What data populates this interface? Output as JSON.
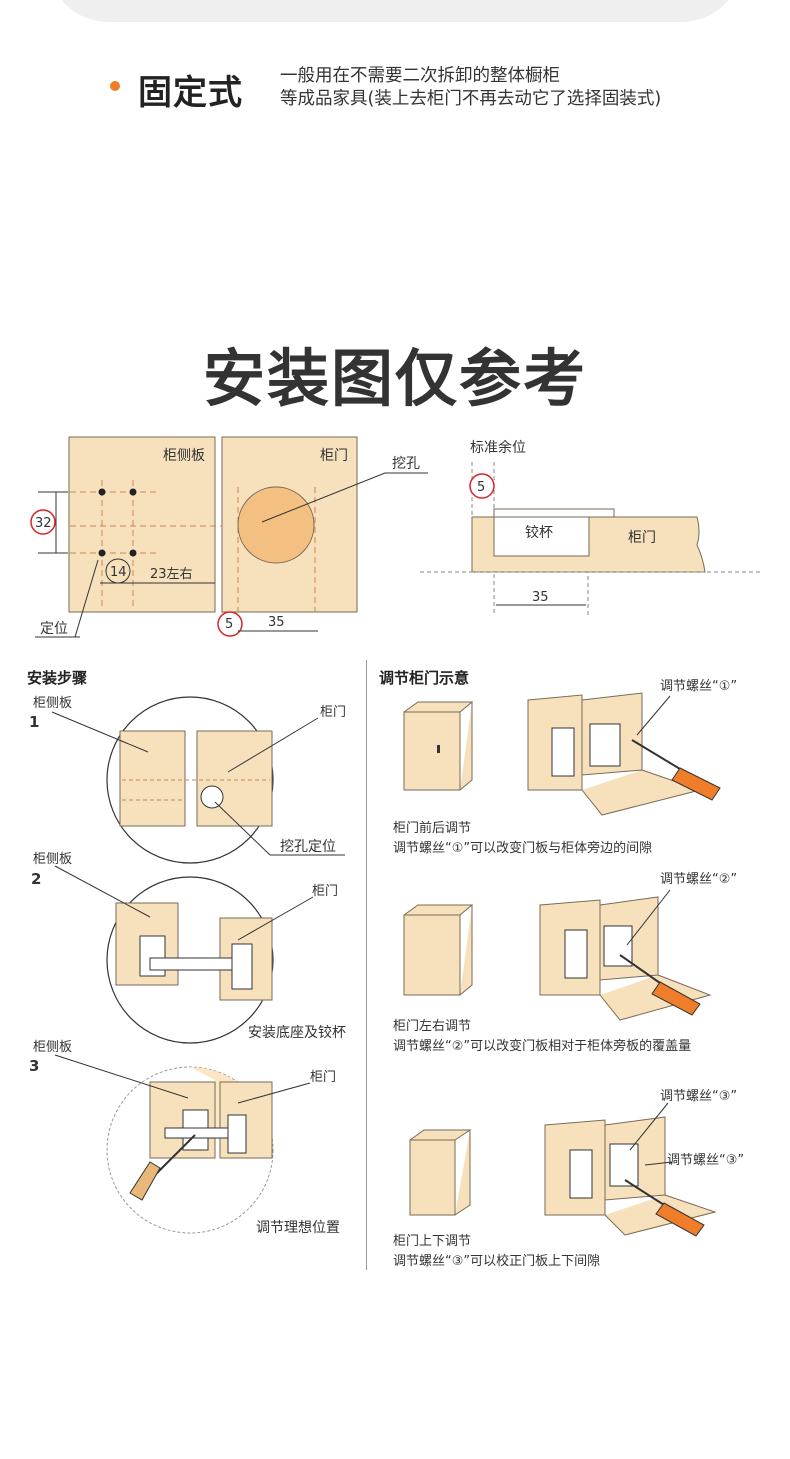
{
  "type_block": {
    "title": "固定式",
    "desc_line1": "一般用在不需要二次拆卸的整体橱柜",
    "desc_line2": "等成品家具(装上去柜门不再去动它了选择固装式)"
  },
  "section_title": "安装图仅参考",
  "diagram_top": {
    "side_panel": "柜侧板",
    "door": "柜门",
    "dim_32": "32",
    "dim_14": "14",
    "dim_23": "23左右",
    "locate": "定位",
    "dim_5": "5",
    "dim_35": "35",
    "dig_hole": "挖孔",
    "standard_margin": "标准余位",
    "dim_5_right": "5",
    "hinge_cup": "铰杯",
    "door_right": "柜门",
    "dim_35_right": "35"
  },
  "steps": {
    "heading": "安装步骤",
    "step1_num": "1",
    "step1_side": "柜侧板",
    "step1_door": "柜门",
    "step1_note": "挖孔定位",
    "step2_num": "2",
    "step2_side": "柜侧板",
    "step2_door": "柜门",
    "step2_note": "安装底座及铰杯",
    "step3_num": "3",
    "step3_side": "柜侧板",
    "step3_door": "柜门",
    "step3_note": "调节理想位置"
  },
  "adjust": {
    "heading": "调节柜门示意",
    "screw1_label": "调节螺丝“①”",
    "a1_title": "柜门前后调节",
    "a1_desc": "调节螺丝“①”可以改变门板与柜体旁边的间隙",
    "screw2_label": "调节螺丝“②”",
    "a2_title": "柜门左右调节",
    "a2_desc": "调节螺丝“②”可以改变门板相对于柜体旁板的覆盖量",
    "screw3_label_a": "调节螺丝“③”",
    "screw3_label_b": "调节螺丝“③”",
    "a3_title": "柜门上下调节",
    "a3_desc": "调节螺丝“③”可以校正门板上下间隙"
  },
  "colors": {
    "wood": "#f7e1bd",
    "wood_dark": "#ecc999",
    "cup": "#f3c081",
    "accent_orange": "#f07d2a",
    "red_circle": "#d8232a",
    "line": "#333333"
  }
}
